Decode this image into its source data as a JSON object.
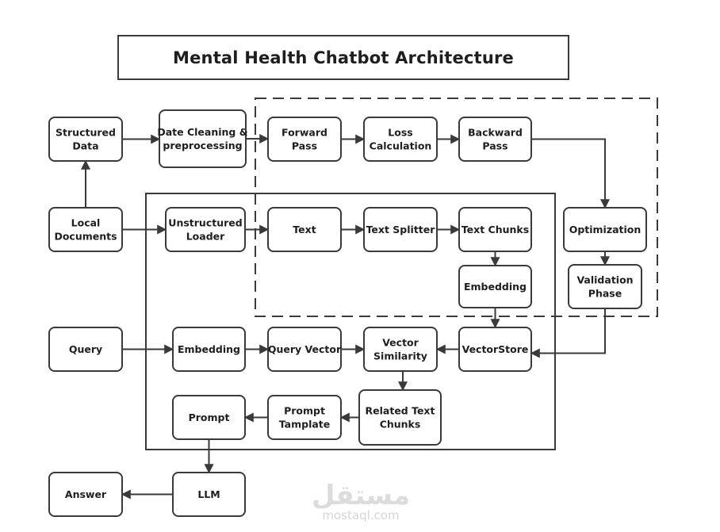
{
  "title": "Mental Health Chatbot Architecture",
  "nodes": {
    "structured_data": [
      "Structured",
      "Data"
    ],
    "data_cleaning": [
      "Date Cleaning &",
      "preprocessing"
    ],
    "forward_pass": [
      "Forward",
      "Pass"
    ],
    "loss_calculation": [
      "Loss",
      "Calculation"
    ],
    "backward_pass": [
      "Backward",
      "Pass"
    ],
    "local_documents": [
      "Local",
      "Documents"
    ],
    "unstructured_loader": [
      "Unstructured",
      "Loader"
    ],
    "text": [
      "Text"
    ],
    "text_splitter": [
      "Text Splitter"
    ],
    "text_chunks": [
      "Text Chunks"
    ],
    "optimization": [
      "Optimization"
    ],
    "embedding_doc": [
      "Embedding"
    ],
    "validation_phase": [
      "Validation",
      "Phase"
    ],
    "query": [
      "Query"
    ],
    "embedding_query": [
      "Embedding"
    ],
    "query_vector": [
      "Query Vector"
    ],
    "vector_similarity": [
      "Vector",
      "Similarity"
    ],
    "vectorstore": [
      "VectorStore"
    ],
    "prompt": [
      "Prompt"
    ],
    "prompt_template": [
      "Prompt",
      "Tamplate"
    ],
    "related_text_chunks": [
      "Related Text",
      "Chunks"
    ],
    "answer": [
      "Answer"
    ],
    "llm": [
      "LLM"
    ]
  },
  "edges": [
    {
      "from": "local_documents",
      "to": "structured_data"
    },
    {
      "from": "structured_data",
      "to": "data_cleaning"
    },
    {
      "from": "data_cleaning",
      "to": "forward_pass"
    },
    {
      "from": "forward_pass",
      "to": "loss_calculation"
    },
    {
      "from": "loss_calculation",
      "to": "backward_pass"
    },
    {
      "from": "backward_pass",
      "to": "optimization"
    },
    {
      "from": "optimization",
      "to": "validation_phase"
    },
    {
      "from": "validation_phase",
      "to": "vectorstore"
    },
    {
      "from": "local_documents",
      "to": "unstructured_loader"
    },
    {
      "from": "unstructured_loader",
      "to": "text"
    },
    {
      "from": "text",
      "to": "text_splitter"
    },
    {
      "from": "text_splitter",
      "to": "text_chunks"
    },
    {
      "from": "text_chunks",
      "to": "embedding_doc"
    },
    {
      "from": "embedding_doc",
      "to": "vectorstore"
    },
    {
      "from": "query",
      "to": "embedding_query"
    },
    {
      "from": "embedding_query",
      "to": "query_vector"
    },
    {
      "from": "query_vector",
      "to": "vector_similarity"
    },
    {
      "from": "vectorstore",
      "to": "vector_similarity"
    },
    {
      "from": "vector_similarity",
      "to": "related_text_chunks"
    },
    {
      "from": "related_text_chunks",
      "to": "prompt_template"
    },
    {
      "from": "prompt_template",
      "to": "prompt"
    },
    {
      "from": "prompt",
      "to": "llm"
    },
    {
      "from": "llm",
      "to": "answer"
    }
  ],
  "groups": {
    "training_pipeline": "dashed",
    "rag_pipeline": "solid"
  },
  "watermark": {
    "arabic": "مستقل",
    "latin": "mostaql.com"
  }
}
